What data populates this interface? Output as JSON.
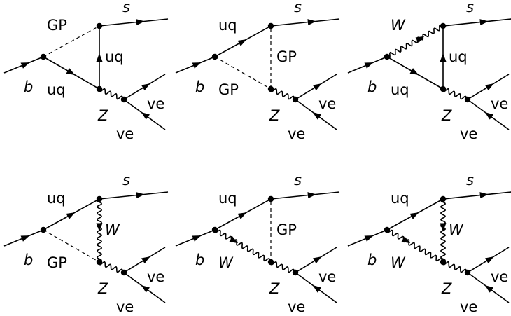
{
  "diagrams": [
    {
      "top": "GP",
      "left": "uq",
      "vert": "uq",
      "topFlavor": "s",
      "in": "b",
      "boson": "Z",
      "out1": "ve",
      "out2": "ve",
      "topStyle": "dash",
      "leftStyle": "fermion",
      "vertStyle": "fermion"
    },
    {
      "top": "uq",
      "left": "GP",
      "vert": "GP",
      "topFlavor": "s",
      "in": "b",
      "boson": "Z",
      "out1": "ve",
      "out2": "ve",
      "topStyle": "fermion",
      "leftStyle": "dash",
      "vertStyle": "dash"
    },
    {
      "top": "W",
      "left": "uq",
      "vert": "uq",
      "topFlavor": "s",
      "in": "b",
      "boson": "Z",
      "out1": "ve",
      "out2": "ve",
      "topStyle": "wavy",
      "leftStyle": "fermion",
      "vertStyle": "fermion"
    },
    {
      "top": "uq",
      "left": "GP",
      "vert": "W",
      "topFlavor": "s",
      "in": "b",
      "boson": "Z",
      "out1": "ve",
      "out2": "ve",
      "topStyle": "fermion",
      "leftStyle": "dash",
      "vertStyle": "wavy"
    },
    {
      "top": "uq",
      "left": "W",
      "vert": "GP",
      "topFlavor": "s",
      "in": "b",
      "boson": "Z",
      "out1": "ve",
      "out2": "ve",
      "topStyle": "fermion",
      "leftStyle": "wavy",
      "vertStyle": "dash"
    },
    {
      "top": "uq",
      "left": "W",
      "vert": "W",
      "topFlavor": "s",
      "in": "b",
      "boson": "Z",
      "out1": "ve",
      "out2": "ve",
      "topStyle": "fermion",
      "leftStyle": "wavy",
      "vertStyle": "wavy"
    }
  ]
}
